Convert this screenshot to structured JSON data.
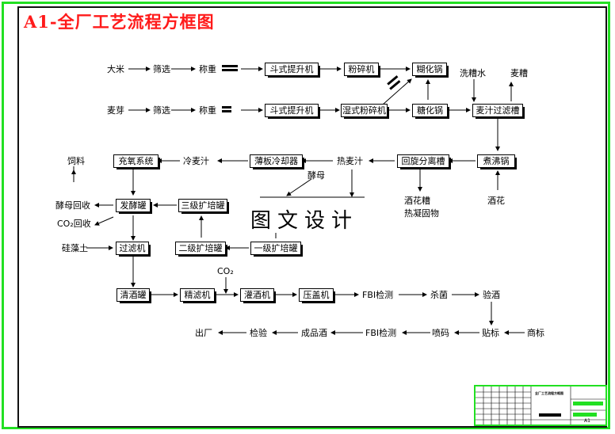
{
  "title": "A1-全厂工艺流程方框图",
  "nodes": {
    "dami": "大米",
    "shaixuan1": "筛选",
    "chengzhong1": "称重",
    "doushi1": "斗式提升机",
    "fensuiji": "粉碎机",
    "hehua": "糊化锅",
    "xizaoshui": "洗糟水",
    "maizao": "麦糟",
    "maiya": "麦芽",
    "shaixuan2": "筛选",
    "chengzhong2": "称重",
    "doushi2": "斗式提升机",
    "shishi": "湿式粉碎机",
    "tanghua": "糖化锅",
    "maizhi_guolv": "麦汁过滤槽",
    "siliao": "饲料",
    "chongyang": "充氧系统",
    "lengmaizhi": "冷麦汁",
    "baoban": "薄板冷却器",
    "remaizhi": "热麦汁",
    "huixuan": "回旋分离槽",
    "zhufei": "煮沸锅",
    "jiaomu_huishou": "酵母回收",
    "co2_huishou": "CO₂回收",
    "fajiao": "发酵罐",
    "sanji": "三级扩培罐",
    "jiaomu": "酵母",
    "jiuhua_label": "酒花糟",
    "reningu": "热凝固物",
    "jiuhua": "酒花",
    "guizaotu": "硅藻土",
    "guolvji": "过滤机",
    "erji": "二级扩培罐",
    "yiji": "一级扩培罐",
    "qingjiu": "清酒罐",
    "jinglv": "精滤机",
    "co2": "CO₂",
    "guanjiu": "灌酒机",
    "yagai": "压盖机",
    "fbi1": "FBI检测",
    "shajun": "杀菌",
    "yanjiu": "验酒",
    "chuchang": "出厂",
    "jianyan": "检验",
    "chengpin": "成品酒",
    "fbi2": "FBI检测",
    "penma": "喷码",
    "tiebiao": "贴标",
    "shangbiao": "商标"
  },
  "watermark": "图文设计",
  "title_block": {
    "name": "全厂工艺流程方框图",
    "mark": "A1"
  }
}
